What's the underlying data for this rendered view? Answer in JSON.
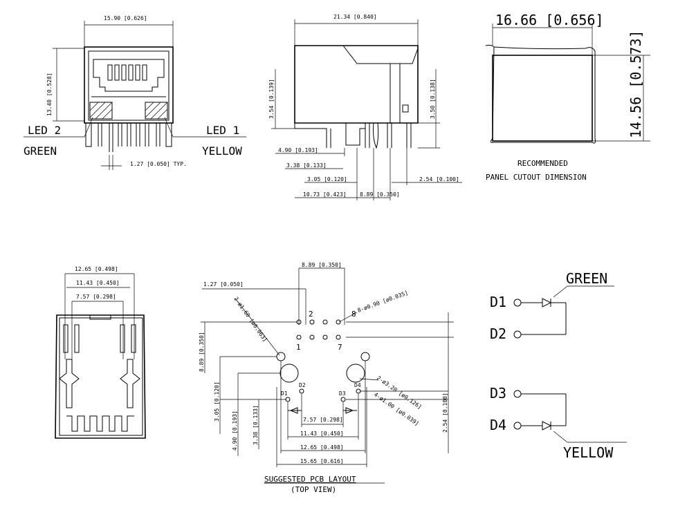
{
  "front_view": {
    "width_dim": "15.90 [0.626]",
    "height_dim": "13.40 [0.528]",
    "led2_label": "LED 2",
    "led2_color": "GREEN",
    "led1_label": "LED 1",
    "led1_color": "YELLOW",
    "pitch_dim": "1.27 [0.050] TYP."
  },
  "side_view": {
    "length_dim": "21.34 [0.840]",
    "left_height_dim": "3.54 [0.139]",
    "right_height_dim": "3.50 [0.138]",
    "dim_a": "4.90 [0.193]",
    "dim_b": "3.38 [0.133]",
    "dim_c": "3.05 [0.120]",
    "dim_d": "10.73 [0.423]",
    "dim_e": "8.89 [0.350]",
    "dim_f": "2.54 [0.100]"
  },
  "panel_cutout": {
    "width_dim": "16.66 [0.656]",
    "height_dim": "14.56 [0.573]",
    "title_line1": "RECOMMENDED",
    "title_line2": "PANEL CUTOUT DIMENSION"
  },
  "bottom_view": {
    "dim_outer": "12.65 [0.498]",
    "dim_mid": "11.43 [0.450]",
    "dim_inner": "7.57 [0.298]"
  },
  "pcb_layout": {
    "dim_top": "8.89 [0.350]",
    "dim_pitch": "1.27 [0.050]",
    "hole_small": "2-ø1.60 [ø0.063]",
    "hole_pins": "8-ø0.90 [ø0.035]",
    "vert_dim": "8.89 [0.350]",
    "pin1": "1",
    "pin2": "2",
    "pin7": "7",
    "pin8": "8",
    "d1": "D1",
    "d2": "D2",
    "d3": "D3",
    "d4": "D4",
    "hole_large": "2-ø3.20 [ø0.126]",
    "hole_led": "4-ø1.00 [ø0.039]",
    "dim_3_05": "3.05 [0.120]",
    "dim_4_90": "4.90 [0.193]",
    "dim_3_38": "3.38 [0.133]",
    "dim_2_54": "2.54 [0.100]",
    "dim_7_57": "7.57 [0.298]",
    "dim_11_43": "11.43 [0.450]",
    "dim_12_65": "12.65 [0.498]",
    "dim_15_65": "15.65 [0.616]",
    "title": "SUGGESTED PCB LAYOUT",
    "subtitle": "(TOP VIEW)"
  },
  "schematic": {
    "green_label": "GREEN",
    "yellow_label": "YELLOW",
    "d1": "D1",
    "d2": "D2",
    "d3": "D3",
    "d4": "D4"
  }
}
